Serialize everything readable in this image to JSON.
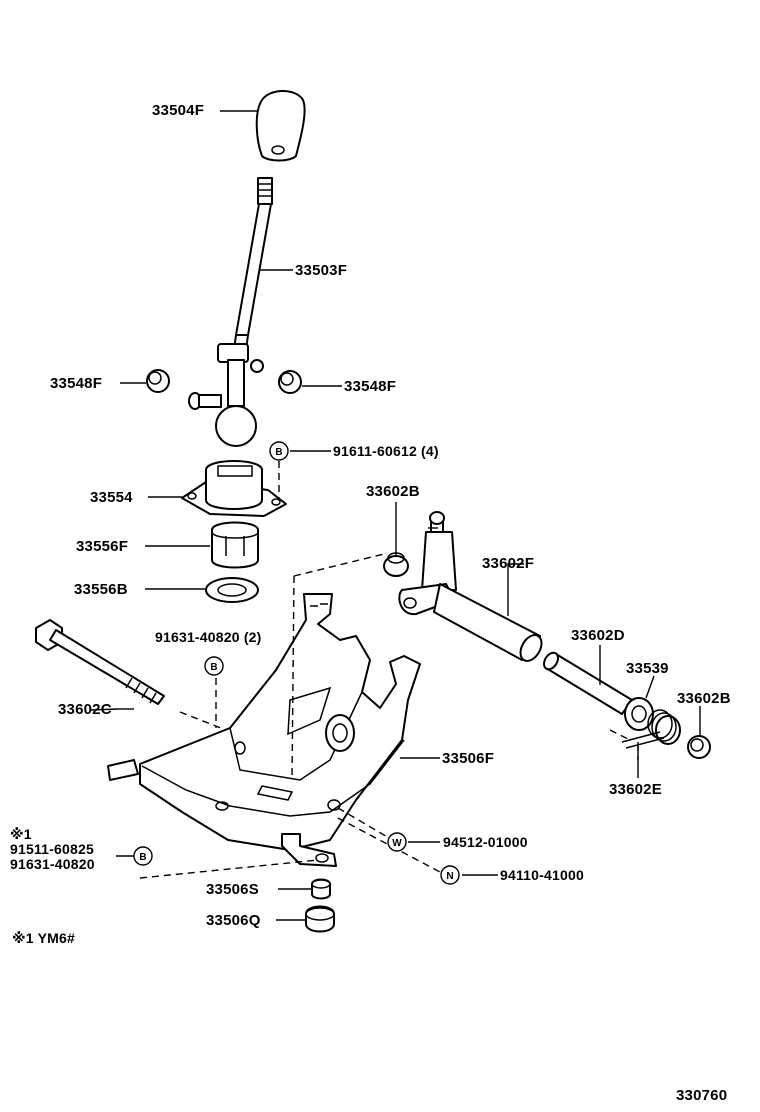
{
  "diagram_code": "330760",
  "footnote": "※1 YM6#",
  "callouts": {
    "knob": "33504F",
    "lever": "33503F",
    "bushing_left": "33548F",
    "bushing_right": "33548F",
    "bolt_b_top": "91611-60612 (4)",
    "retainer": "33554",
    "seat": "33556F",
    "ring": "33556B",
    "shift_bushing_top": "33602B",
    "shift_arm": "33602F",
    "screw_b_mid": "91631-40820 (2)",
    "long_bolt": "33602C",
    "shaft": "33602D",
    "spacer": "33539",
    "shift_bushing_right": "33602B",
    "spring": "33602E",
    "housing": "33506F",
    "note_ref": "※1",
    "bolt_1": "91511-60825",
    "bolt_2": "91631-40820",
    "washer": "94512-01000",
    "nut": "94110-41000",
    "cushion_small": "33506S",
    "cushion_large": "33506Q"
  },
  "markers": {
    "bolt": "B",
    "washer": "W",
    "nut": "N"
  },
  "colors": {
    "ink": "#000000",
    "paper": "#ffffff"
  }
}
